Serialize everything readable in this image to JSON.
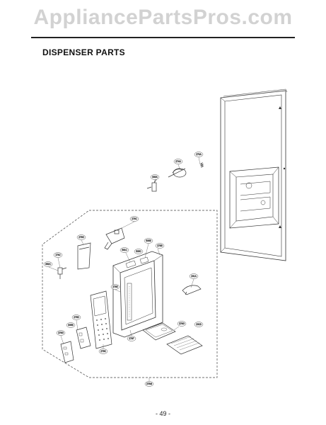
{
  "watermark": "AppliancePartsPros.com",
  "section_title": "DISPENSER PARTS",
  "page_number": "- 49 -",
  "callouts": [
    {
      "id": "c-276a",
      "label": "276A"
    },
    {
      "id": "c-274a",
      "label": "274A"
    },
    {
      "id": "c-635a",
      "label": "635A"
    },
    {
      "id": "c-276c",
      "label": "276C"
    },
    {
      "id": "c-276h",
      "label": "276H"
    },
    {
      "id": "c-505b",
      "label": "505B"
    },
    {
      "id": "c-276b",
      "label": "276B"
    },
    {
      "id": "c-561c",
      "label": "561C"
    },
    {
      "id": "c-505c",
      "label": "505C"
    },
    {
      "id": "c-276j",
      "label": "276J"
    },
    {
      "id": "c-652c",
      "label": "652C"
    },
    {
      "id": "c-276e",
      "label": "276E"
    },
    {
      "id": "c-276d",
      "label": "276D"
    },
    {
      "id": "c-605b",
      "label": "605B"
    },
    {
      "id": "c-276g",
      "label": "276G"
    },
    {
      "id": "c-276f",
      "label": "276F"
    },
    {
      "id": "c-276k",
      "label": "276K"
    },
    {
      "id": "c-201a",
      "label": "201A"
    },
    {
      "id": "c-276g2",
      "label": "276G"
    },
    {
      "id": "c-201b",
      "label": "201B"
    },
    {
      "id": "c-276m",
      "label": "276M"
    }
  ]
}
